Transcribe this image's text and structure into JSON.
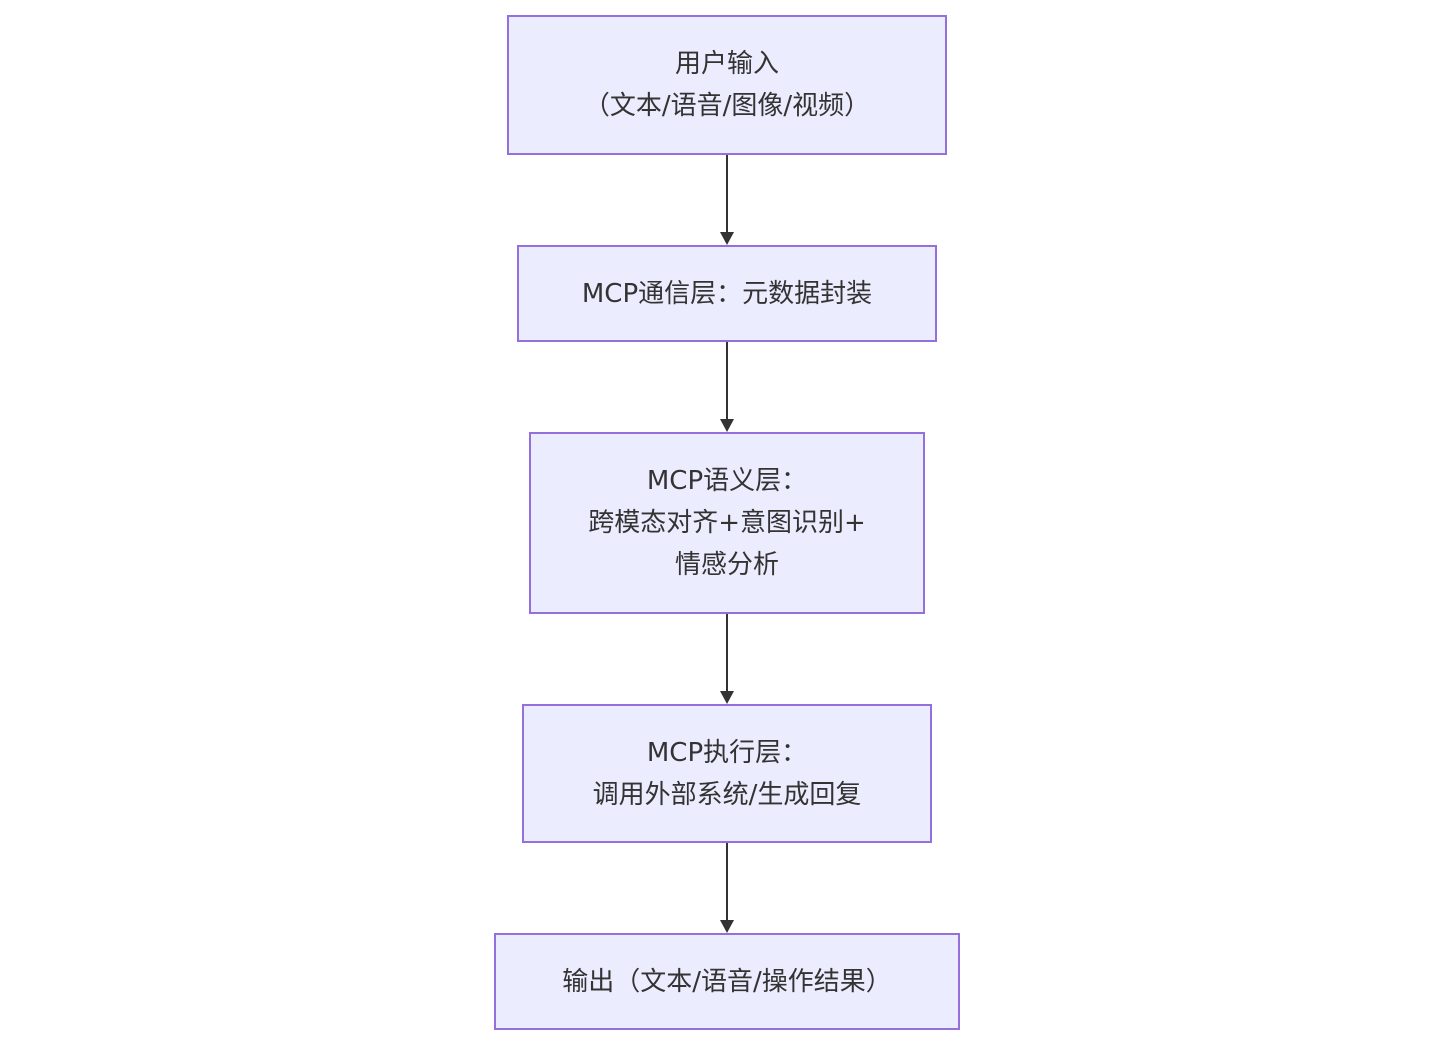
{
  "diagram": {
    "nodes": [
      {
        "id": "input",
        "lines": [
          "用户输入",
          "（文本/语音/图像/视频）"
        ]
      },
      {
        "id": "comm",
        "lines": [
          "MCP通信层：元数据封装"
        ]
      },
      {
        "id": "semantic",
        "lines": [
          "MCP语义层：",
          "跨模态对齐+意图识别+",
          "情感分析"
        ]
      },
      {
        "id": "exec",
        "lines": [
          "MCP执行层：",
          "调用外部系统/生成回复"
        ]
      },
      {
        "id": "output",
        "lines": [
          "输出（文本/语音/操作结果）"
        ]
      }
    ],
    "edges": [
      {
        "from": "input",
        "to": "comm"
      },
      {
        "from": "comm",
        "to": "semantic"
      },
      {
        "from": "semantic",
        "to": "exec"
      },
      {
        "from": "exec",
        "to": "output"
      }
    ],
    "colors": {
      "node_fill": "#ececff",
      "node_border": "#9370db",
      "text": "#333333",
      "edge": "#333333"
    }
  }
}
